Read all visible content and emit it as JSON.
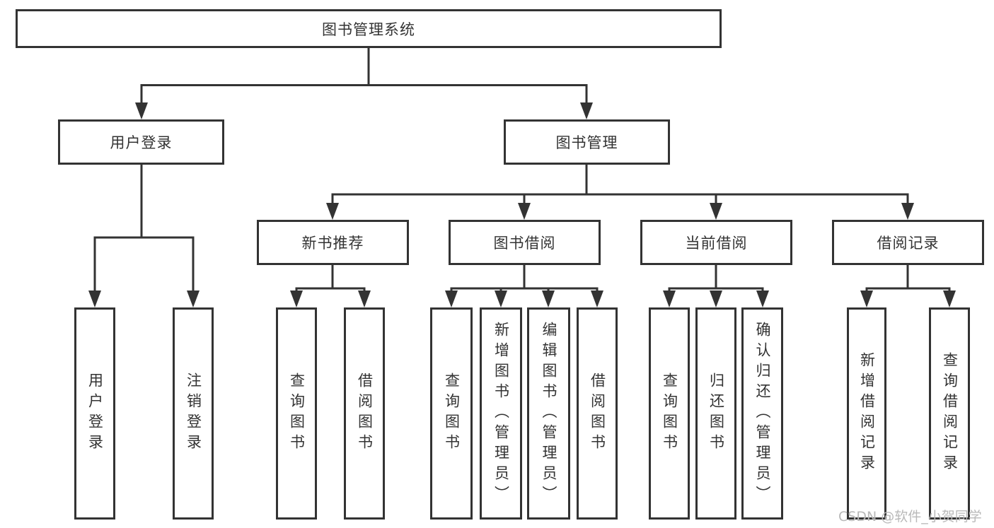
{
  "diagram": {
    "type": "tree-structure-chart",
    "colors": {
      "line": "#333333",
      "box_border": "#333333",
      "box_background": "#ffffff",
      "text": "#333333",
      "watermark": "#b9b9b9"
    },
    "tree": {
      "label": "图书管理系统",
      "children": [
        {
          "label": "用户登录",
          "children": [
            {
              "label": "用户登录"
            },
            {
              "label": "注销登录"
            }
          ]
        },
        {
          "label": "图书管理",
          "children": [
            {
              "label": "新书推荐",
              "children": [
                {
                  "label": "查询图书"
                },
                {
                  "label": "借阅图书"
                }
              ]
            },
            {
              "label": "图书借阅",
              "children": [
                {
                  "label": "查询图书"
                },
                {
                  "label": "新增图书（管理员）"
                },
                {
                  "label": "编辑图书（管理员）"
                },
                {
                  "label": "借阅图书"
                }
              ]
            },
            {
              "label": "当前借阅",
              "children": [
                {
                  "label": "查询图书"
                },
                {
                  "label": "归还图书"
                },
                {
                  "label": "确认归还（管理员）"
                }
              ]
            },
            {
              "label": "借阅记录",
              "children": [
                {
                  "label": "新增借阅记录"
                },
                {
                  "label": "查询借阅记录"
                }
              ]
            }
          ]
        }
      ]
    },
    "watermark": {
      "text": "CSDN @软件_小贺同学"
    }
  }
}
